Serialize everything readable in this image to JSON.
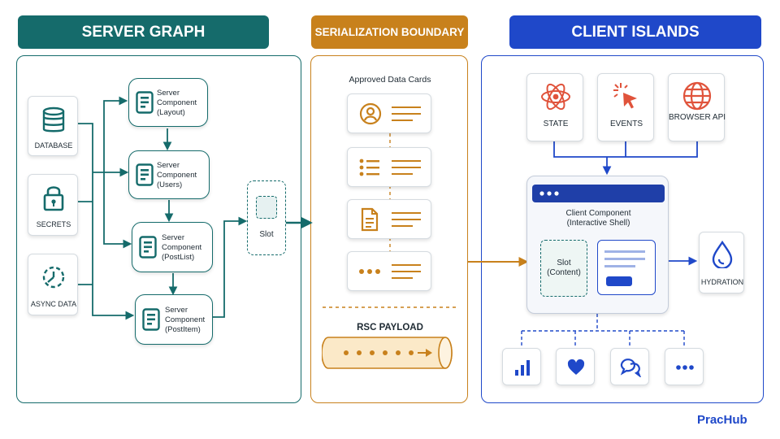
{
  "colors": {
    "teal": "#156b6b",
    "orange": "#c8811c",
    "blue": "#1f48c9",
    "dark_blue": "#1f3fa8",
    "red_icon": "#e0533b"
  },
  "sections": {
    "server": {
      "title": "SERVER GRAPH",
      "sources": [
        {
          "label": "DATABASE",
          "icon": "database-icon"
        },
        {
          "label": "SECRETS",
          "icon": "lock-icon"
        },
        {
          "label": "ASYNC DATA",
          "icon": "async-clock-icon"
        }
      ],
      "components": [
        {
          "line1": "Server",
          "line2": "Component",
          "line3": "(Layout)"
        },
        {
          "line1": "Server",
          "line2": "Component",
          "line3": "(Users)"
        },
        {
          "line1": "Server",
          "line2": "Component",
          "line3": "(PostList)"
        },
        {
          "line1": "Server",
          "line2": "Component",
          "line3": "(PostItem)"
        }
      ],
      "slot_label": "Slot"
    },
    "boundary": {
      "title": "SERIALIZATION BOUNDARY",
      "cards_title": "Approved Data Cards",
      "card_icons": [
        "user-avatar-icon",
        "list-icon",
        "document-icon",
        "more-dots-icon"
      ],
      "payload_label": "RSC PAYLOAD"
    },
    "client": {
      "title": "CLIENT ISLANDS",
      "top_items": [
        {
          "label": "STATE",
          "icon": "react-atom-icon"
        },
        {
          "label": "EVENTS",
          "icon": "cursor-click-icon"
        },
        {
          "label": "BROWSER API",
          "icon": "globe-icon"
        }
      ],
      "component_line1": "Client Component",
      "component_line2": "(Interactive Shell)",
      "slot_line1": "Slot",
      "slot_line2": "(Content)",
      "hydration_label": "HYDRATION",
      "island_icons": [
        "bar-chart-icon",
        "heart-icon",
        "chat-bubbles-icon",
        "more-dots-icon"
      ]
    }
  },
  "brand": "PracHub"
}
